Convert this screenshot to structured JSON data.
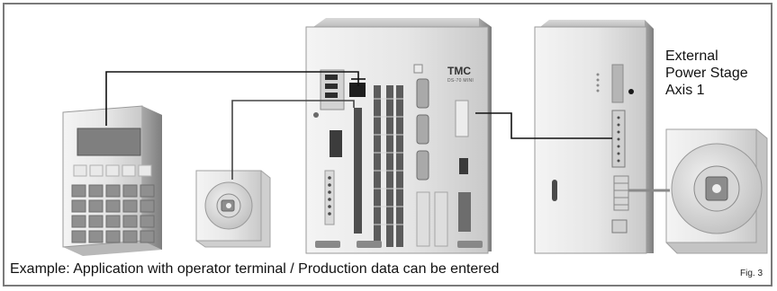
{
  "labels": {
    "external_line1": "External",
    "external_line2": "Power Stage",
    "external_line3": "Axis 1",
    "tmc_logo": "TMC",
    "tmc_sub": "DS-70 MINI"
  },
  "caption": "Example: Application with operator terminal / Production data can be entered",
  "figure_number": "Fig. 3",
  "colors": {
    "frame": "#7a7a7a",
    "device_light": "#eeeeee",
    "device_mid": "#cfcfcf",
    "device_dark": "#8c8c8c",
    "wire": "#111111",
    "wire_grey": "#808080"
  }
}
